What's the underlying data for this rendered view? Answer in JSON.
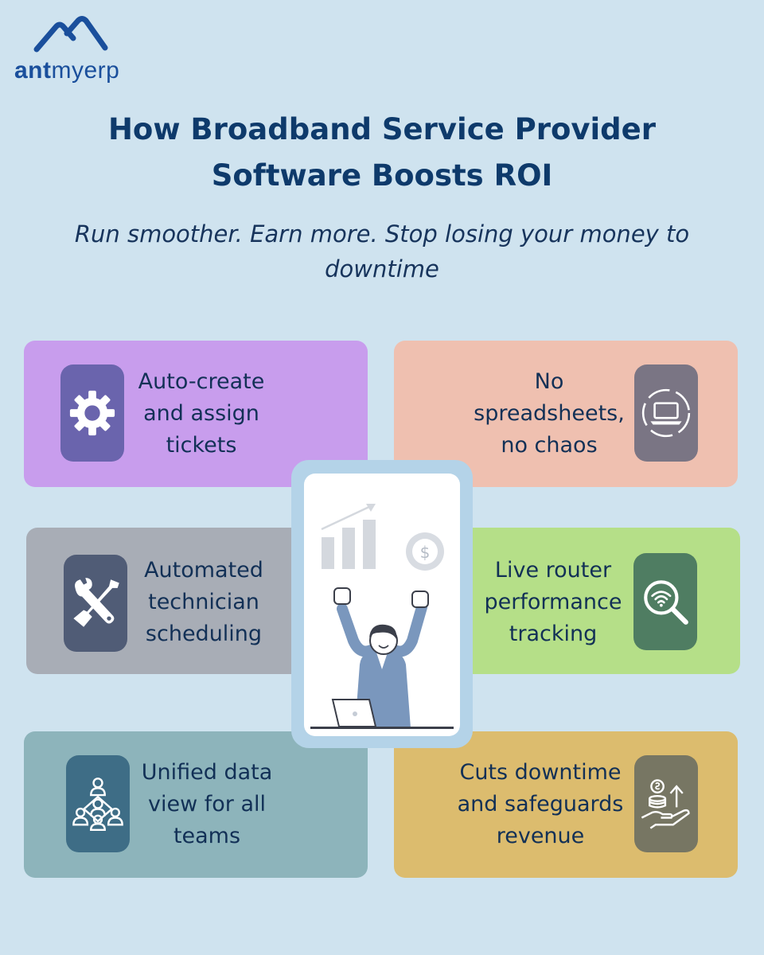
{
  "brand": {
    "logo_part1": "ant",
    "logo_part2": "myerp"
  },
  "header": {
    "title_line1": "How Broadband Service Provider",
    "title_line2": "Software Boosts ROI",
    "subtitle_line1": "Run smoother. Earn more. Stop losing your money to",
    "subtitle_line2": "downtime"
  },
  "cards": [
    {
      "lines": [
        "Auto-create",
        "and assign",
        "tickets"
      ],
      "icon": "gear-icon",
      "color": "#c89ded",
      "icon_bg": "#6a64ad"
    },
    {
      "lines": [
        "No",
        "spreadsheets,",
        "no chaos"
      ],
      "icon": "laptop-icon",
      "color": "#efc0b0",
      "icon_bg": "#7a7584"
    },
    {
      "lines": [
        "Automated",
        "technician",
        "scheduling"
      ],
      "icon": "tools-icon",
      "color": "#a8adb6",
      "icon_bg": "#505c76"
    },
    {
      "lines": [
        "Live router",
        "performance",
        "tracking"
      ],
      "icon": "wifi-search-icon",
      "color": "#b5df88",
      "icon_bg": "#4f7d62"
    },
    {
      "lines": [
        "Unified data",
        "view for all",
        "teams"
      ],
      "icon": "team-network-icon",
      "color": "#8db4bb",
      "icon_bg": "#3e6d86"
    },
    {
      "lines": [
        "Cuts downtime",
        "and safeguards",
        "revenue"
      ],
      "icon": "revenue-hand-icon",
      "color": "#dcbc6e",
      "icon_bg": "#777663"
    }
  ]
}
